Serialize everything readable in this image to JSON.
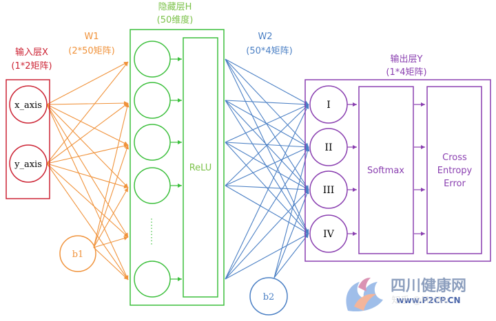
{
  "input_layer": {
    "title": "输入层X",
    "shape": "(1*2矩阵)",
    "nodes": [
      "x_axis",
      "y_axis"
    ],
    "color": "#cc2233"
  },
  "w1": {
    "label": "W1",
    "shape": "(2*50矩阵)",
    "color": "#f0923a"
  },
  "b1": {
    "label": "b1",
    "color": "#f0923a"
  },
  "hidden_layer": {
    "title": "隐藏层H",
    "shape": "(50维度)",
    "activation": "ReLU",
    "color": "#3cbf3c",
    "label_color": "#7cc24a"
  },
  "w2": {
    "label": "W2",
    "shape": "(50*4矩阵)",
    "color": "#4a7fc4"
  },
  "b2": {
    "label": "b2",
    "color": "#4a7fc4"
  },
  "output_layer": {
    "title": "输出层Y",
    "shape": "(1*4矩阵)",
    "nodes": [
      "I",
      "II",
      "III",
      "IV"
    ],
    "softmax": "Softmax",
    "loss": [
      "Cross",
      "Entropy",
      "Error"
    ],
    "color": "#8a3fb0"
  },
  "watermark": {
    "brand_cn": "四川健康网",
    "site": "www.P2CP.CN",
    "overlay": "知乎 @Mr.Wu"
  }
}
